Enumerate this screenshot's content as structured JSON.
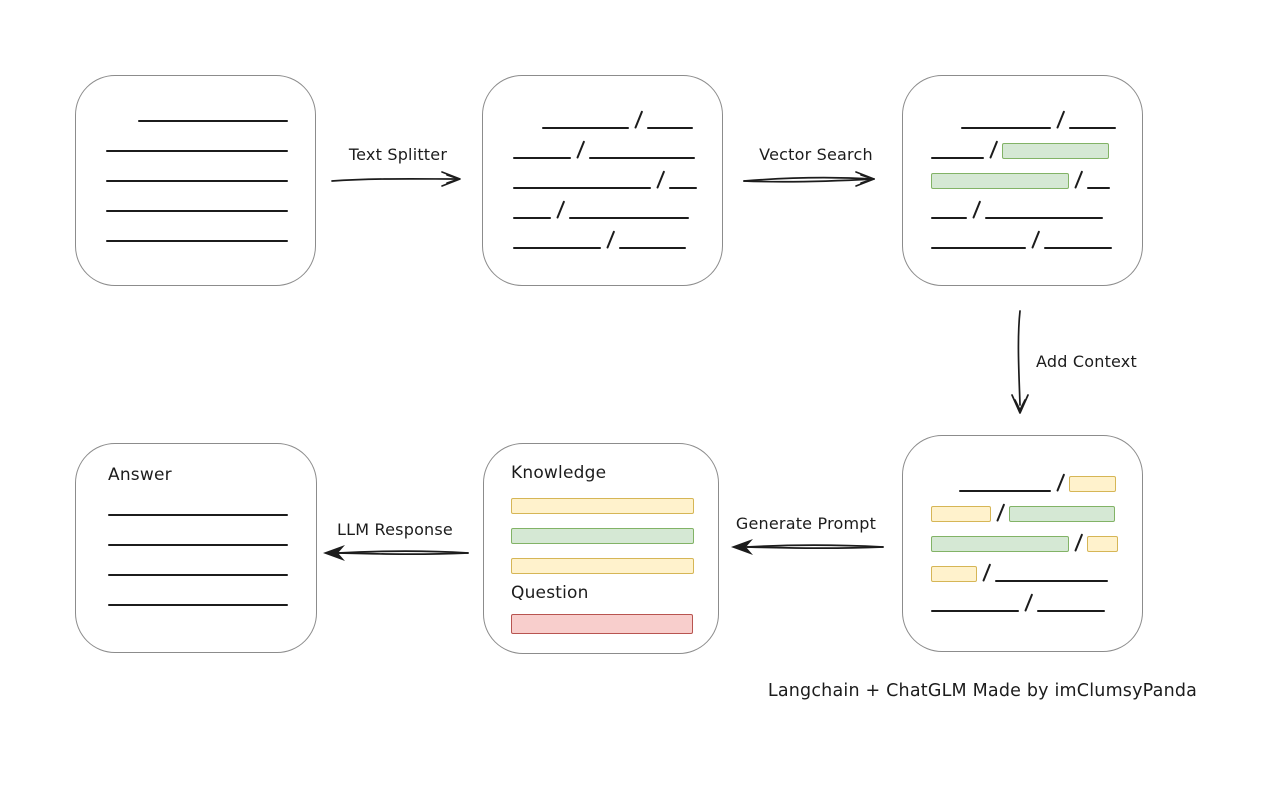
{
  "caption": "Langchain + ChatGLM Made by imClumsyPanda",
  "colors": {
    "ink": "#1c1c1c",
    "box_stroke": "#8c8c8c",
    "green_fill": "#d5e8d4",
    "green_stroke": "#82b366",
    "yellow_fill": "#fff2cc",
    "yellow_stroke": "#d6b656",
    "red_fill": "#f8cecc",
    "red_stroke": "#b85450"
  },
  "arrows": {
    "text_splitter": {
      "label": "Text Splitter"
    },
    "vector_search": {
      "label": "Vector Search"
    },
    "add_context": {
      "label": "Add Context"
    },
    "generate_prompt": {
      "label": "Generate Prompt"
    },
    "llm_response": {
      "label": "LLM Response"
    }
  },
  "nodes": {
    "document": {
      "rows": [
        {
          "indent": 32,
          "segs": [
            {
              "t": "line",
              "w": 150
            }
          ]
        },
        {
          "segs": [
            {
              "t": "line",
              "w": 182
            }
          ]
        },
        {
          "segs": [
            {
              "t": "line",
              "w": 182
            }
          ]
        },
        {
          "segs": [
            {
              "t": "line",
              "w": 182
            }
          ]
        },
        {
          "segs": [
            {
              "t": "line",
              "w": 182
            }
          ]
        }
      ]
    },
    "split_text": {
      "rows": [
        {
          "indent": 29,
          "segs": [
            {
              "t": "line",
              "w": 87
            },
            {
              "t": "slash"
            },
            {
              "t": "line",
              "w": 46
            }
          ]
        },
        {
          "segs": [
            {
              "t": "line",
              "w": 58
            },
            {
              "t": "slash"
            },
            {
              "t": "line",
              "w": 106
            }
          ]
        },
        {
          "segs": [
            {
              "t": "line",
              "w": 138
            },
            {
              "t": "slash"
            },
            {
              "t": "line",
              "w": 28
            }
          ]
        },
        {
          "segs": [
            {
              "t": "line",
              "w": 38
            },
            {
              "t": "slash"
            },
            {
              "t": "line",
              "w": 120
            }
          ]
        },
        {
          "segs": [
            {
              "t": "line",
              "w": 88
            },
            {
              "t": "slash"
            },
            {
              "t": "line",
              "w": 67
            }
          ]
        }
      ]
    },
    "search_results": {
      "rows": [
        {
          "indent": 30,
          "segs": [
            {
              "t": "line",
              "w": 90
            },
            {
              "t": "slash"
            },
            {
              "t": "line",
              "w": 47
            }
          ]
        },
        {
          "segs": [
            {
              "t": "line",
              "w": 53
            },
            {
              "t": "slash"
            },
            {
              "t": "chip",
              "c": "green",
              "w": 107
            }
          ]
        },
        {
          "segs": [
            {
              "t": "chip",
              "c": "green",
              "w": 138
            },
            {
              "t": "slash"
            },
            {
              "t": "line",
              "w": 23
            }
          ]
        },
        {
          "segs": [
            {
              "t": "line",
              "w": 36
            },
            {
              "t": "slash"
            },
            {
              "t": "line",
              "w": 118
            }
          ]
        },
        {
          "segs": [
            {
              "t": "line",
              "w": 95
            },
            {
              "t": "slash"
            },
            {
              "t": "line",
              "w": 68
            }
          ]
        }
      ]
    },
    "context": {
      "rows": [
        {
          "indent": 28,
          "segs": [
            {
              "t": "line",
              "w": 92
            },
            {
              "t": "slash"
            },
            {
              "t": "chip",
              "c": "yellow",
              "w": 47
            }
          ]
        },
        {
          "segs": [
            {
              "t": "chip",
              "c": "yellow",
              "w": 60
            },
            {
              "t": "slash"
            },
            {
              "t": "chip",
              "c": "green",
              "w": 106
            }
          ]
        },
        {
          "segs": [
            {
              "t": "chip",
              "c": "green",
              "w": 138
            },
            {
              "t": "slash"
            },
            {
              "t": "chip",
              "c": "yellow",
              "w": 31
            }
          ]
        },
        {
          "segs": [
            {
              "t": "chip",
              "c": "yellow",
              "w": 46
            },
            {
              "t": "slash"
            },
            {
              "t": "line",
              "w": 113
            }
          ]
        },
        {
          "segs": [
            {
              "t": "line",
              "w": 88
            },
            {
              "t": "slash"
            },
            {
              "t": "line",
              "w": 68
            }
          ]
        }
      ]
    },
    "prompt": {
      "knowledge_label": "Knowledge",
      "question_label": "Question",
      "knowledge": {
        "rows": [
          {
            "segs": [
              {
                "t": "chip",
                "c": "yellow",
                "w": 183
              }
            ]
          },
          {
            "segs": [
              {
                "t": "chip",
                "c": "green",
                "w": 183
              }
            ]
          },
          {
            "segs": [
              {
                "t": "chip",
                "c": "yellow",
                "w": 183
              }
            ]
          }
        ]
      },
      "question": {
        "rows": [
          {
            "segs": [
              {
                "t": "chip",
                "c": "red",
                "w": 182,
                "h": 20
              }
            ]
          }
        ]
      }
    },
    "answer": {
      "label": "Answer",
      "rows": [
        {
          "segs": [
            {
              "t": "line",
              "w": 180
            }
          ]
        },
        {
          "segs": [
            {
              "t": "line",
              "w": 180
            }
          ]
        },
        {
          "segs": [
            {
              "t": "line",
              "w": 180
            }
          ]
        },
        {
          "segs": [
            {
              "t": "line",
              "w": 180
            }
          ]
        }
      ]
    }
  }
}
